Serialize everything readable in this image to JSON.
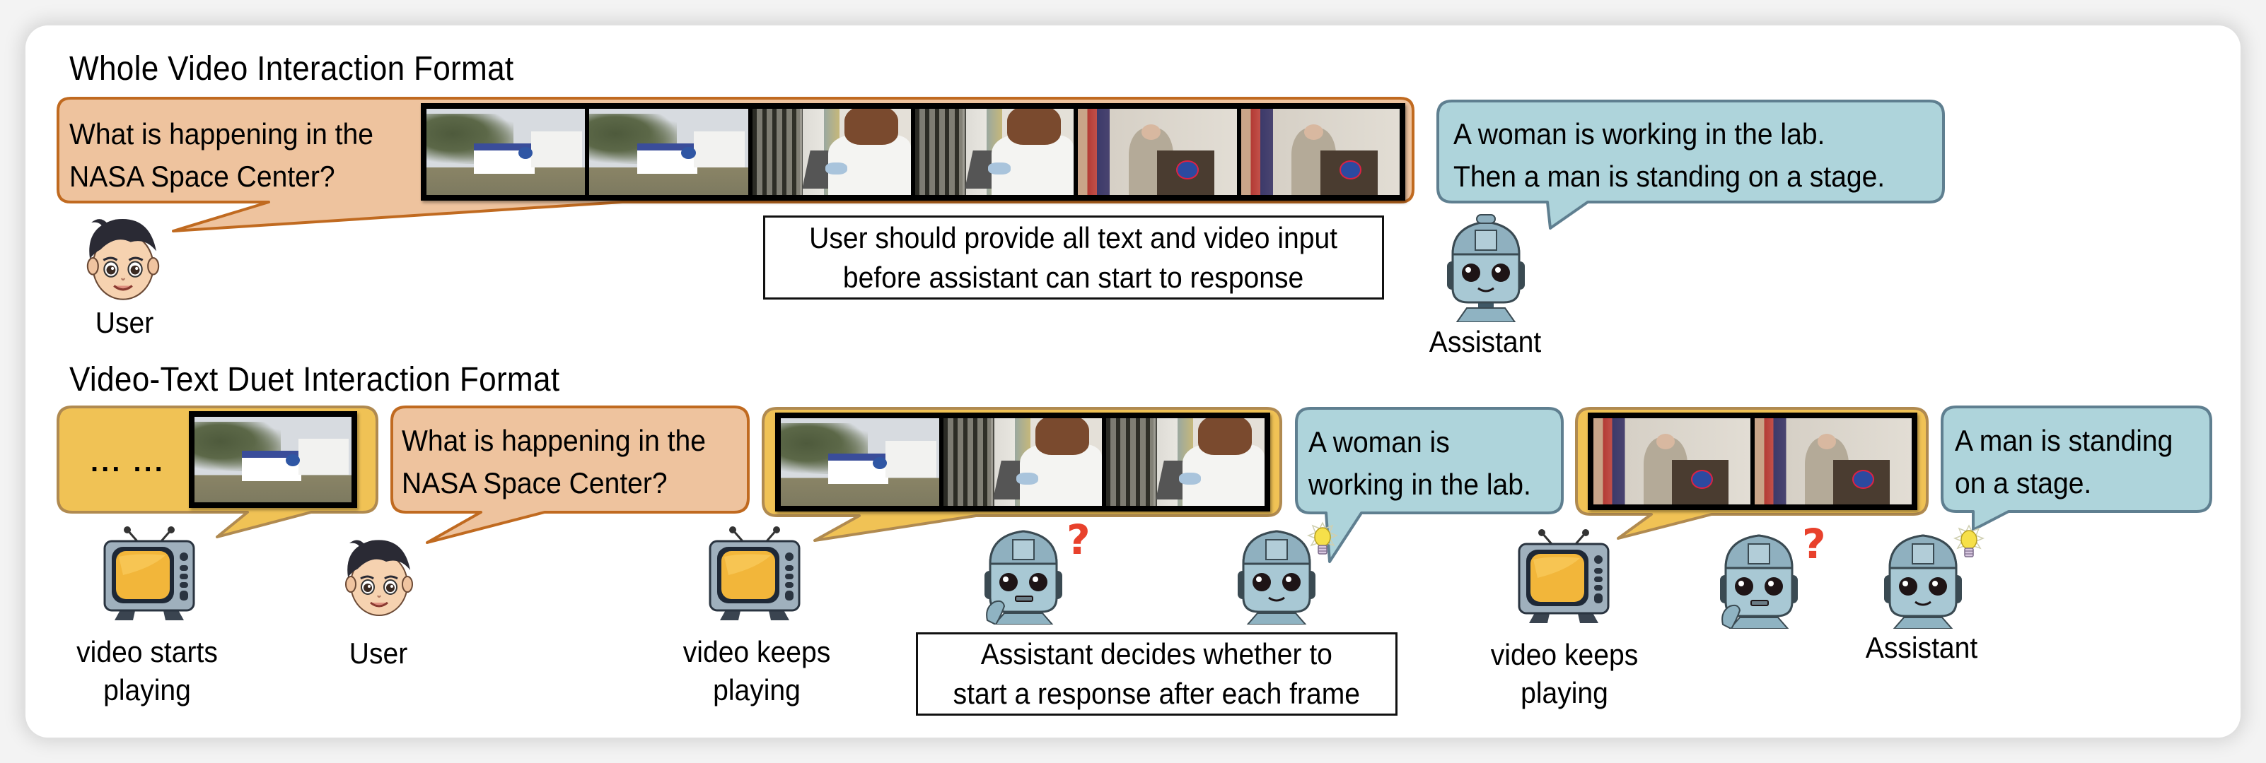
{
  "colors": {
    "user_bubble_fill": "#EEC39E",
    "user_bubble_border": "#C06A20",
    "video_bubble_fill": "#F0C255",
    "video_bubble_border": "#B08A50",
    "assistant_bubble_fill": "#AED4DB",
    "assistant_bubble_border": "#5F7F90",
    "question_mark": "#E8412C"
  },
  "whole_video": {
    "title": "Whole Video Interaction Format",
    "user_bubble": {
      "line1": "What is happening in the",
      "line2": "NASA Space Center?",
      "frames": [
        "nasa-sign",
        "nasa-sign",
        "lab-woman",
        "lab-woman",
        "podium-man",
        "podium-man"
      ]
    },
    "user_label": "User",
    "user_icon": "user-avatar-icon",
    "note": {
      "line1": "User should provide all text and video input",
      "line2": "before assistant can start to response"
    },
    "assistant_bubble": {
      "line1": "A woman is working in the lab.",
      "line2": "Then a man is standing on a stage."
    },
    "assistant_label": "Assistant",
    "assistant_icon": "robot-icon"
  },
  "duet": {
    "title": "Video-Text Duet Interaction Format",
    "steps": [
      {
        "type": "video",
        "ellipsis": "... ...",
        "frames": [
          "nasa-sign"
        ],
        "label_line1": "video starts",
        "label_line2": "playing",
        "icon": "tv-icon"
      },
      {
        "type": "user",
        "line1": "What is happening in the",
        "line2": "NASA Space Center?",
        "label": "User",
        "icon": "user-avatar-icon"
      },
      {
        "type": "video",
        "frames": [
          "nasa-sign",
          "lab-woman",
          "lab-woman"
        ],
        "label_line1": "video keeps",
        "label_line2": "playing",
        "icon": "tv-icon"
      },
      {
        "type": "assistant-thinking",
        "icon": "robot-thinking-icon",
        "marker": "?"
      },
      {
        "type": "assistant",
        "line1": "A woman is",
        "line2": "working in the lab.",
        "icon": "robot-idea-icon"
      },
      {
        "type": "video",
        "frames": [
          "podium-man",
          "podium-man"
        ],
        "label_line1": "video keeps",
        "label_line2": "playing",
        "icon": "tv-icon"
      },
      {
        "type": "assistant-thinking",
        "icon": "robot-thinking-icon",
        "marker": "?"
      },
      {
        "type": "assistant",
        "line1": "A man is standing",
        "line2": "on a stage.",
        "label": "Assistant",
        "icon": "robot-idea-icon"
      }
    ],
    "note": {
      "line1": "Assistant decides whether to",
      "line2": "start a response after each frame"
    }
  }
}
